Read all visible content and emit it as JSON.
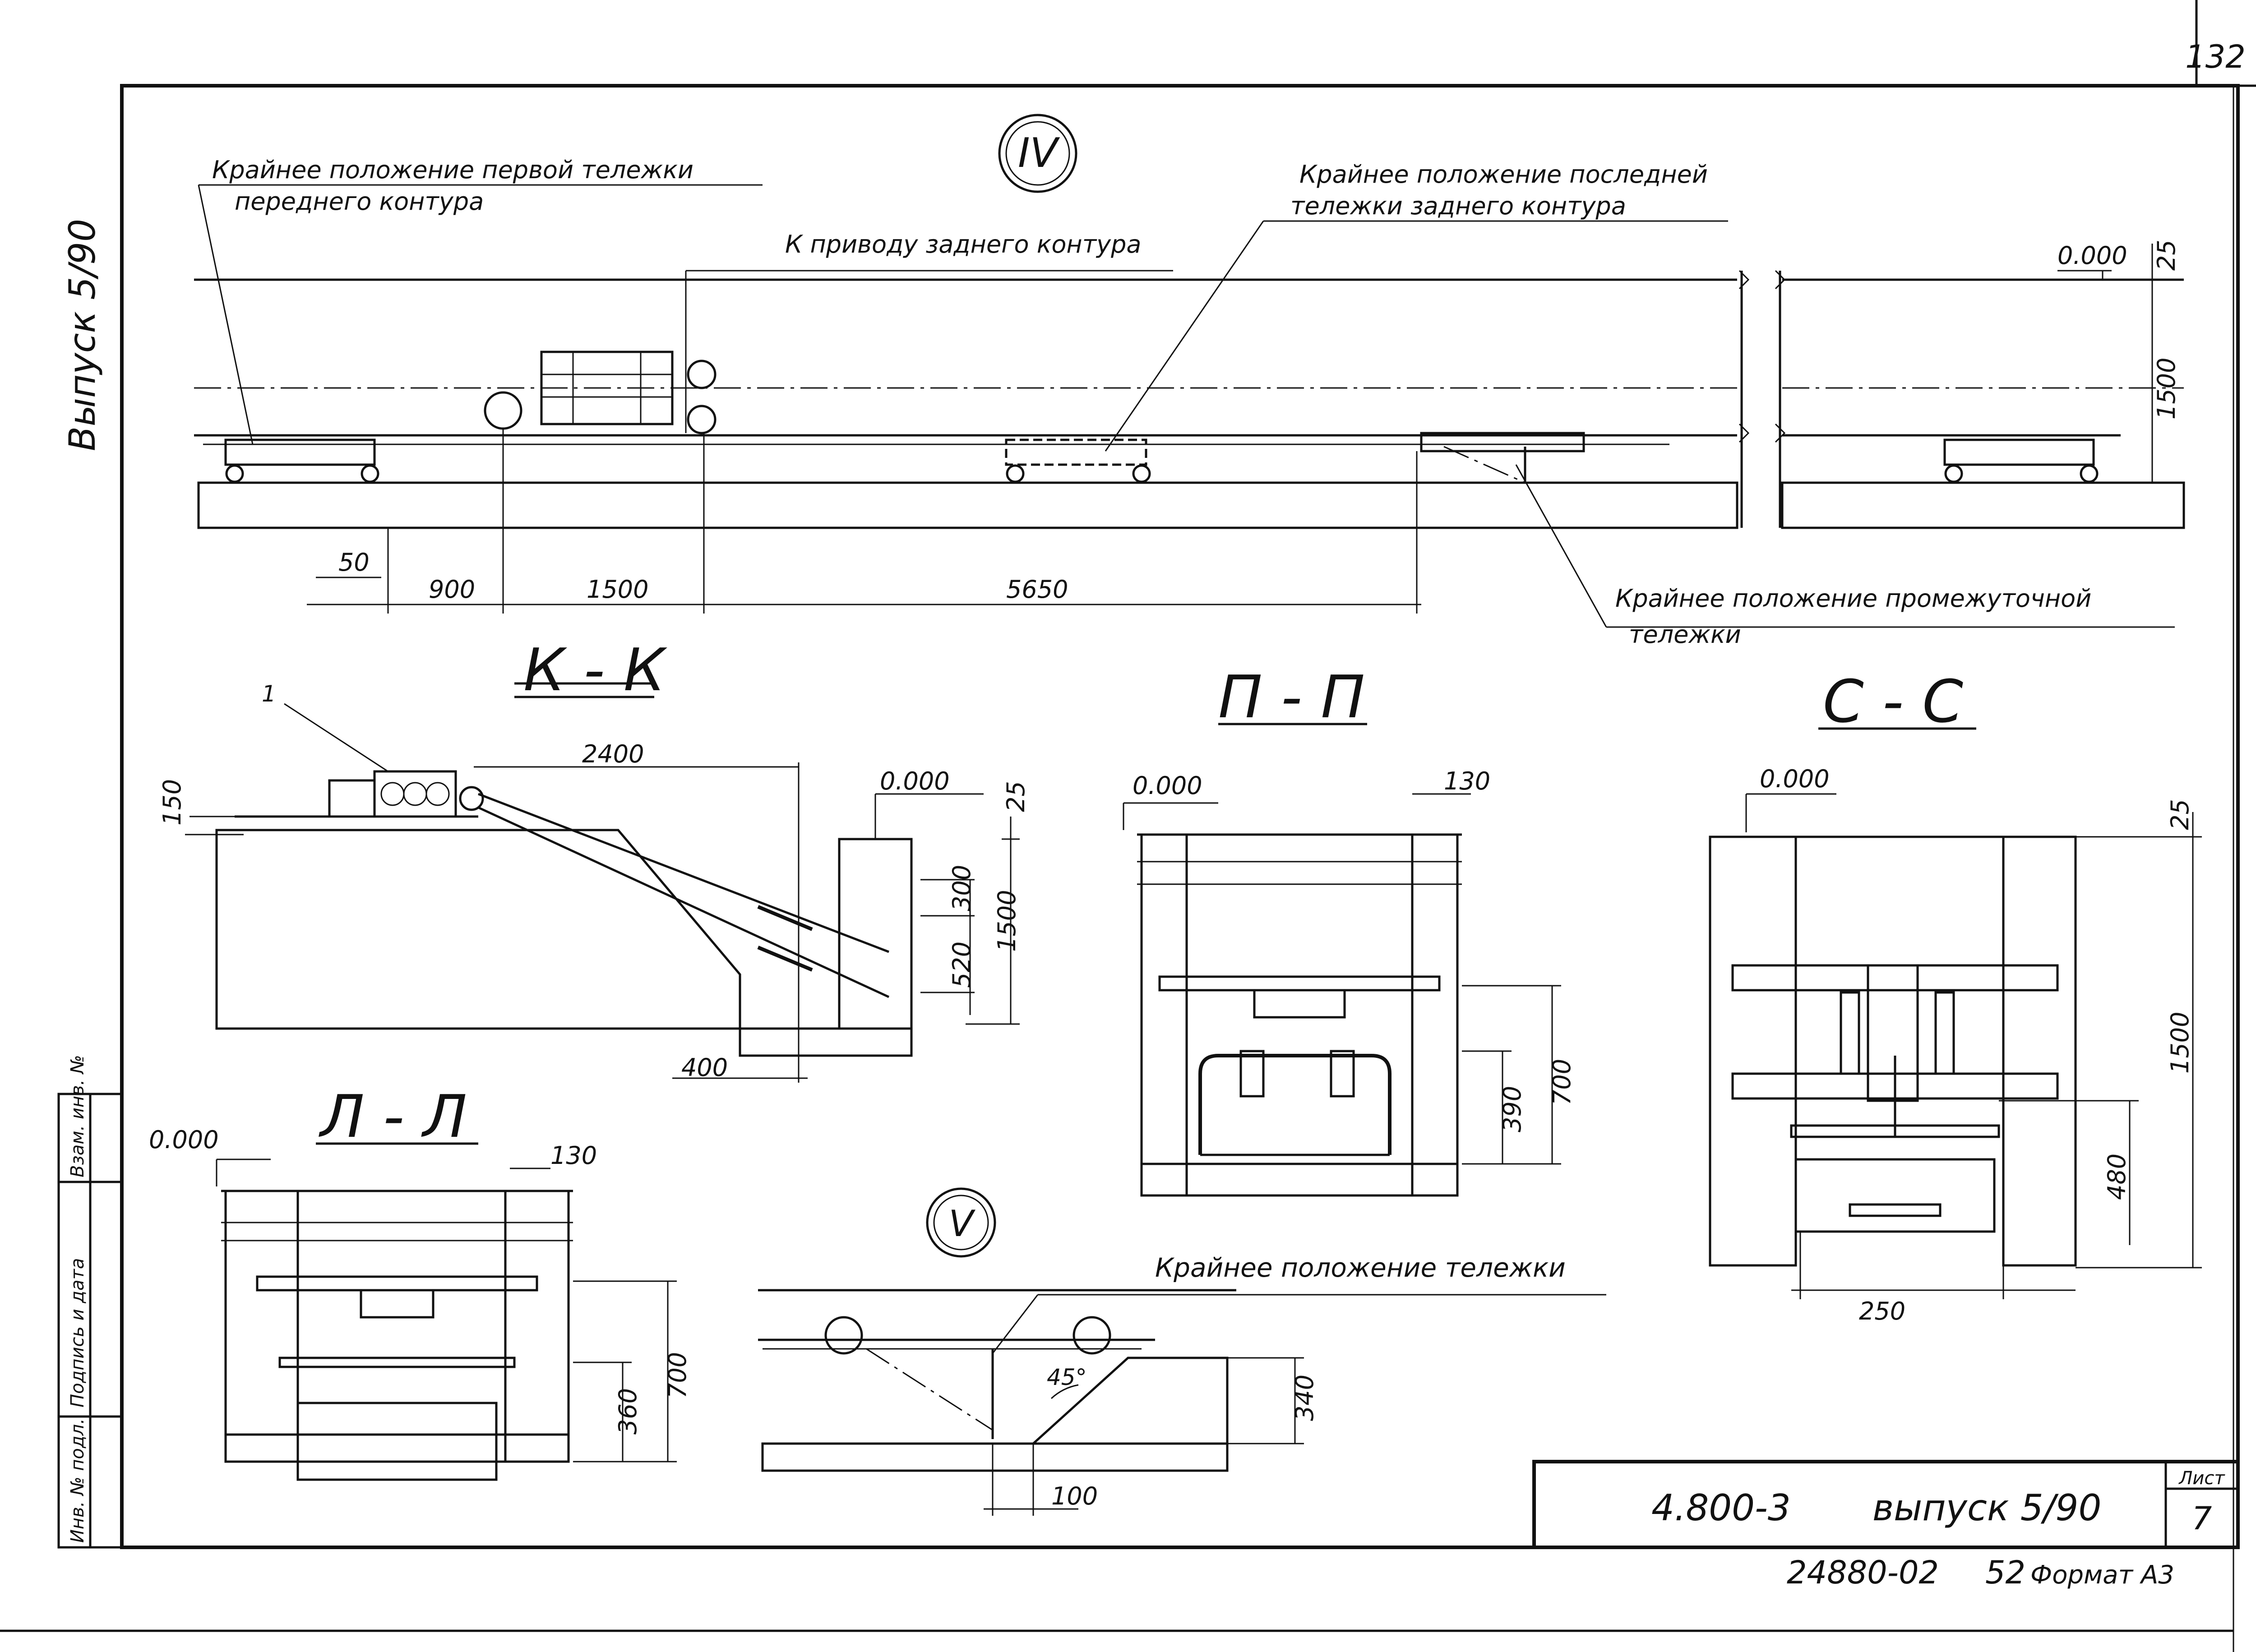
{
  "sheet": {
    "sheet_number": "132",
    "side_note": "Выпуск 5/90",
    "stamp_columns": [
      "Инв. № подл.",
      "Подпись и дата",
      "Взам. инв. №"
    ],
    "title_block": {
      "designation": "4.800-3",
      "issue": "выпуск 5/90",
      "sheet_label": "Лист",
      "sheet_value": "7"
    },
    "footer_code": "24880-02",
    "footer_num": "52",
    "footer_format": "Формат А3"
  },
  "view_IV": {
    "marker": "IV",
    "callouts": {
      "first_cart": "Крайнее положение первой тележки",
      "first_cart_line2": "переднего контура",
      "drive": "К приводу заднего контура",
      "last_cart": "Крайнее положение последней",
      "last_cart_line2": "тележки заднего контура",
      "mid_cart": "Крайнее положение промежуточной",
      "mid_cart_line2": "тележки"
    },
    "level": "0.000",
    "dims": [
      "50",
      "900",
      "1500",
      "5650",
      "25",
      "1500"
    ]
  },
  "section_KK": {
    "title": "К - К",
    "callout": "1",
    "level": "0.000",
    "dims": [
      "2400",
      "150",
      "25",
      "300",
      "1500",
      "520",
      "400"
    ]
  },
  "section_PP": {
    "title": "П - П",
    "level": "0.000",
    "dims": [
      "130",
      "700",
      "390"
    ]
  },
  "section_CC": {
    "title": "С - С",
    "level": "0.000",
    "dims": [
      "25",
      "1500",
      "480",
      "250"
    ]
  },
  "section_LL": {
    "title": "Л - Л",
    "level": "0.000",
    "dims": [
      "130",
      "700",
      "360"
    ]
  },
  "view_V": {
    "marker": "V",
    "callout": "Крайнее положение тележки",
    "dims": [
      "45°",
      "340",
      "100"
    ]
  }
}
